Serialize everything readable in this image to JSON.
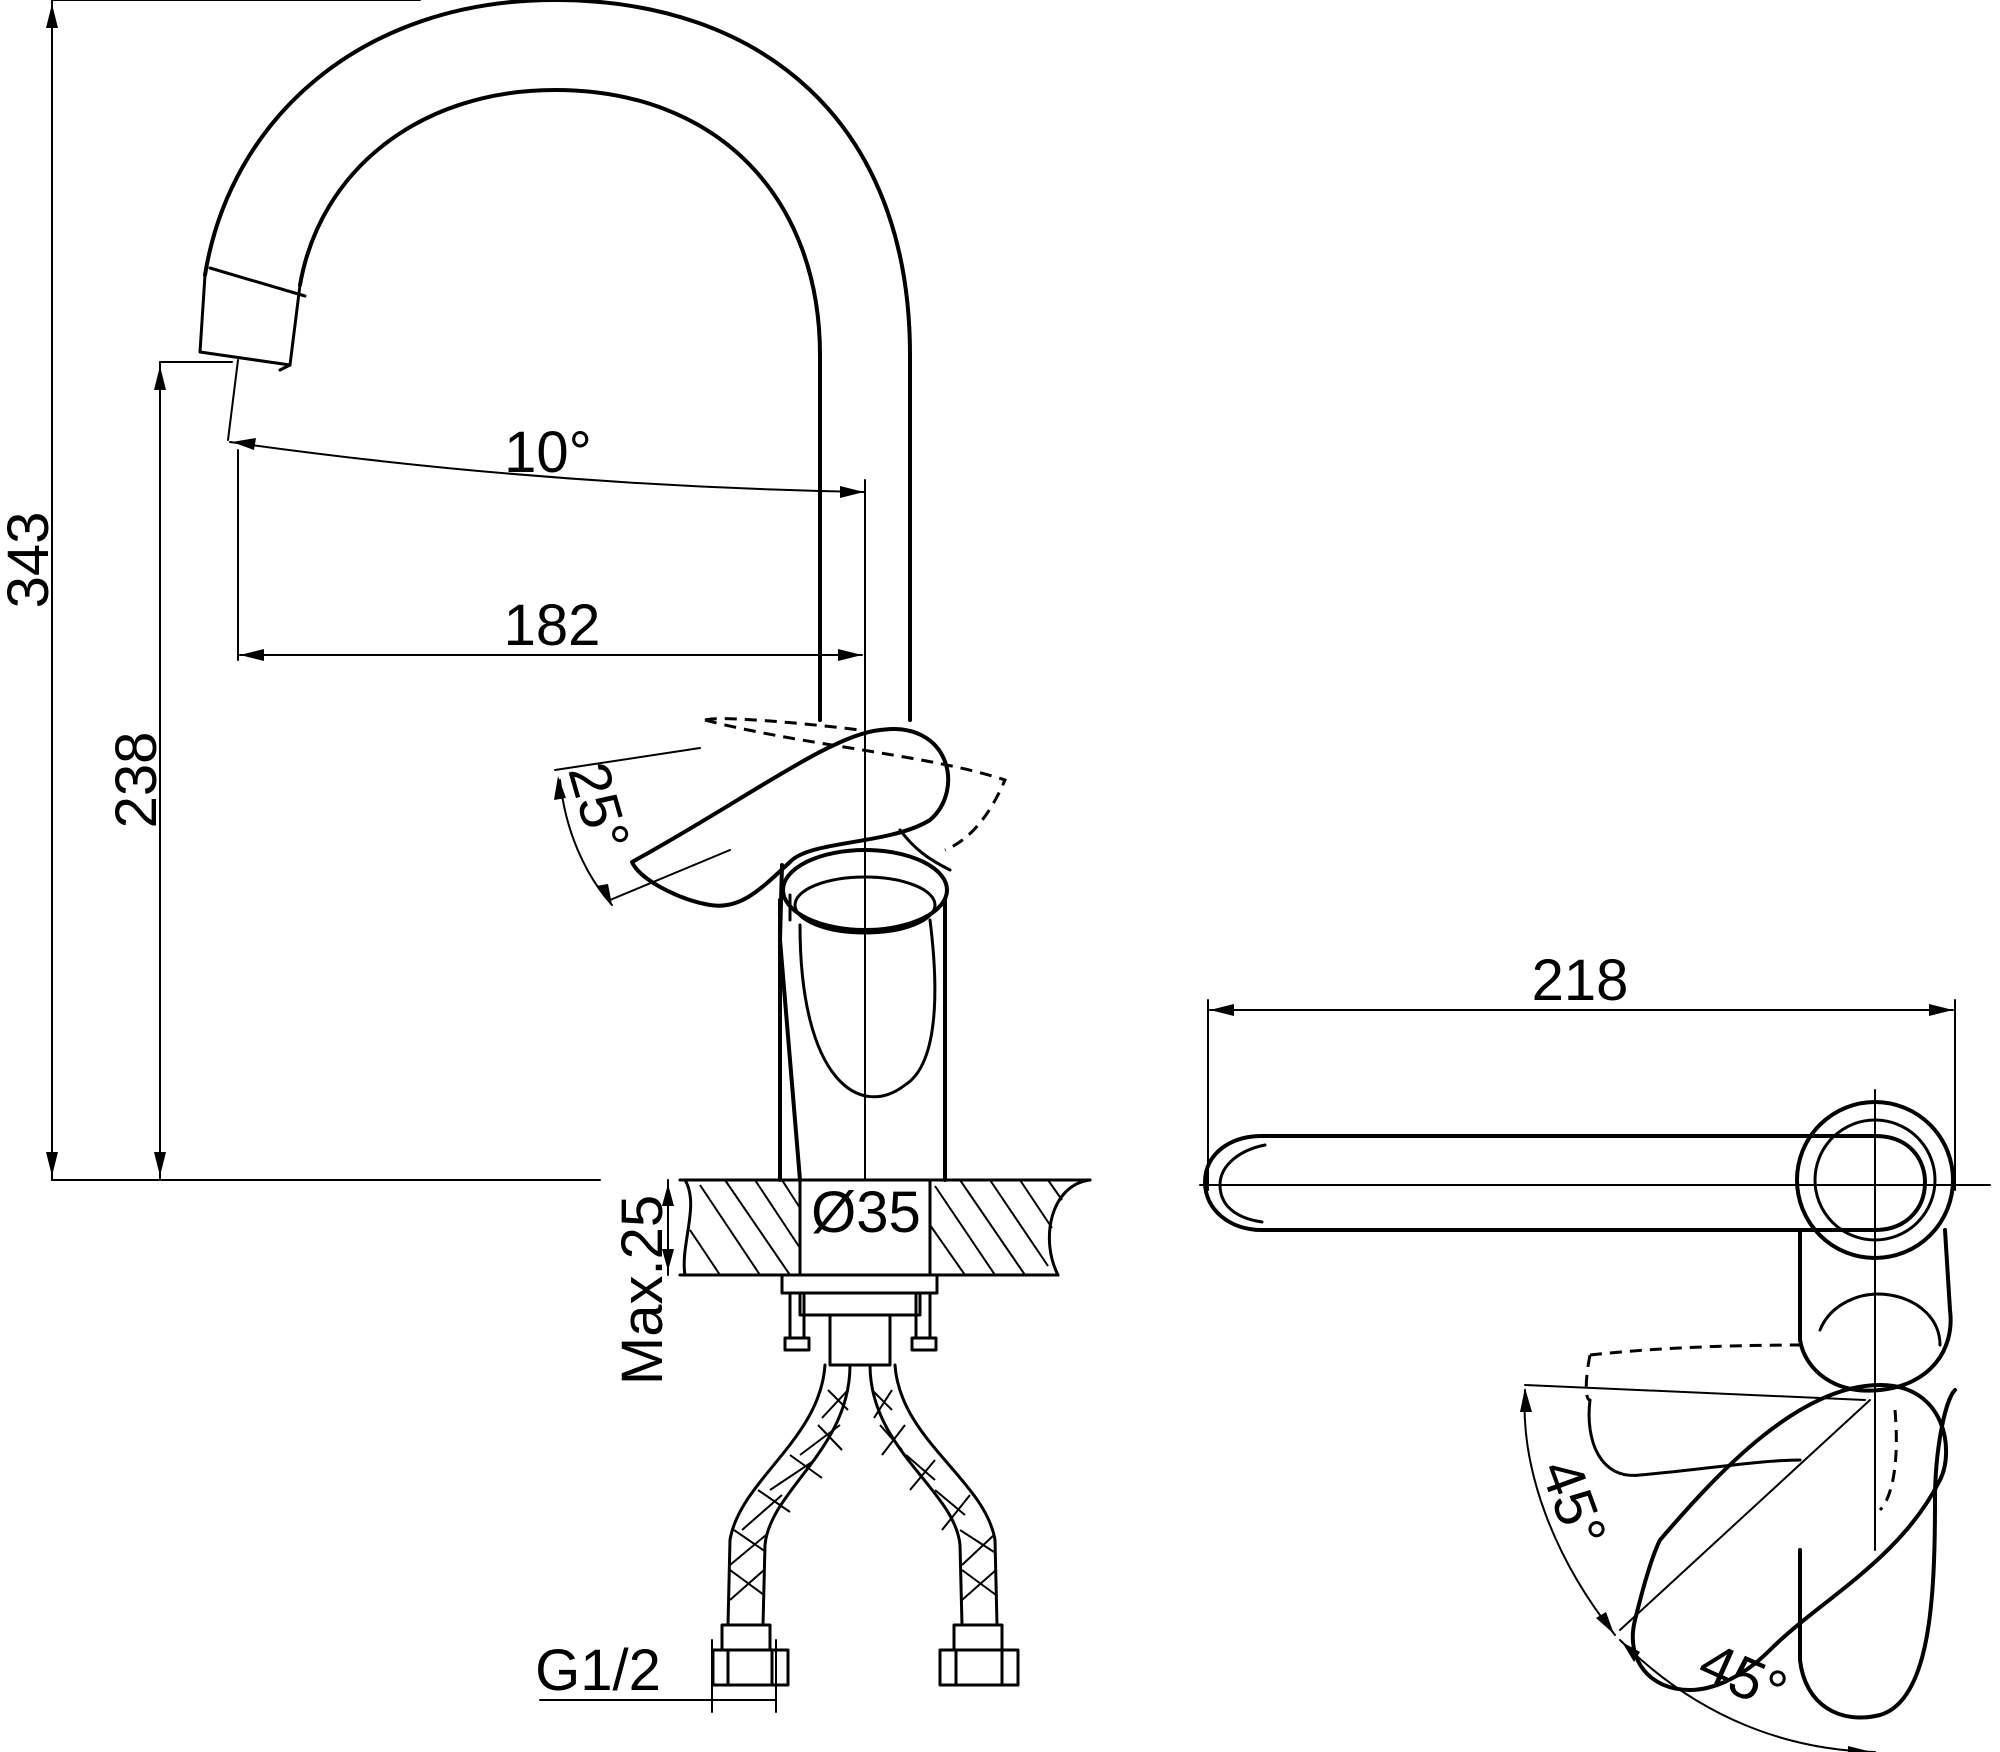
{
  "dimensions": {
    "total_height": "343",
    "spout_height": "238",
    "spout_angle": "10°",
    "spout_reach": "182",
    "lever_tilt": "25°",
    "max_deck_thickness": "Max.25",
    "hole_diameter": "Ø35",
    "connection_thread": "G1/2",
    "top_view_width": "218",
    "lever_rotation_left": "45°",
    "lever_rotation_right": "45°"
  }
}
